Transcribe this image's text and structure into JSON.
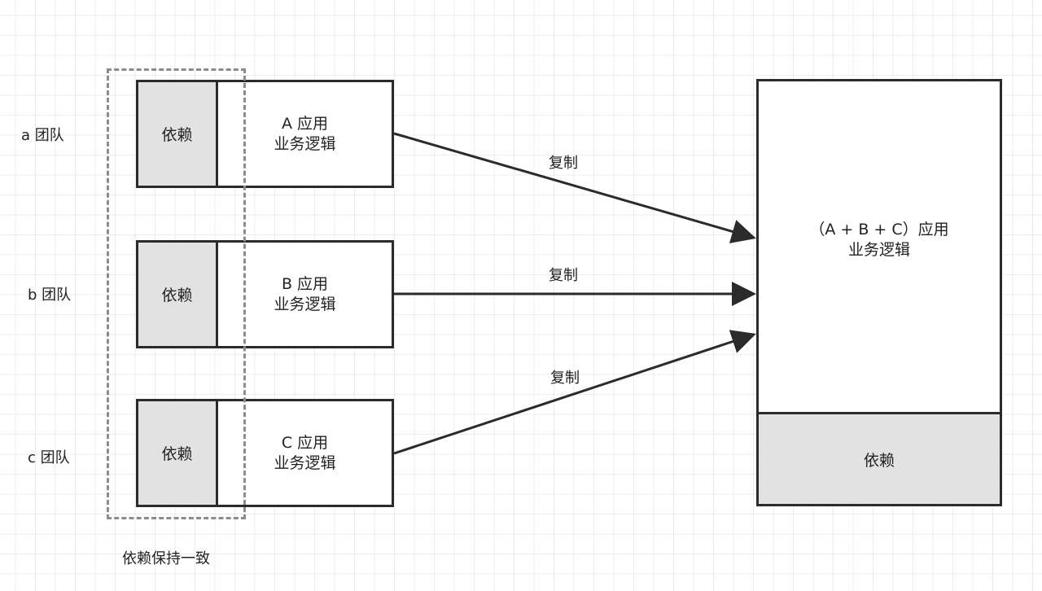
{
  "teams": [
    {
      "label": "a 团队",
      "dep_label": "依赖",
      "logic_line1": "A 应用",
      "logic_line2": "业务逻辑"
    },
    {
      "label": "b 团队",
      "dep_label": "依赖",
      "logic_line1": "B 应用",
      "logic_line2": "业务逻辑"
    },
    {
      "label": "c 团队",
      "dep_label": "依赖",
      "logic_line1": "C 应用",
      "logic_line2": "业务逻辑"
    }
  ],
  "arrow_labels": [
    "复制",
    "复制",
    "复制"
  ],
  "consistency_caption": "依赖保持一致",
  "merged": {
    "line1": "（A + B + C）应用",
    "line2": "业务逻辑",
    "dep_label": "依赖"
  }
}
